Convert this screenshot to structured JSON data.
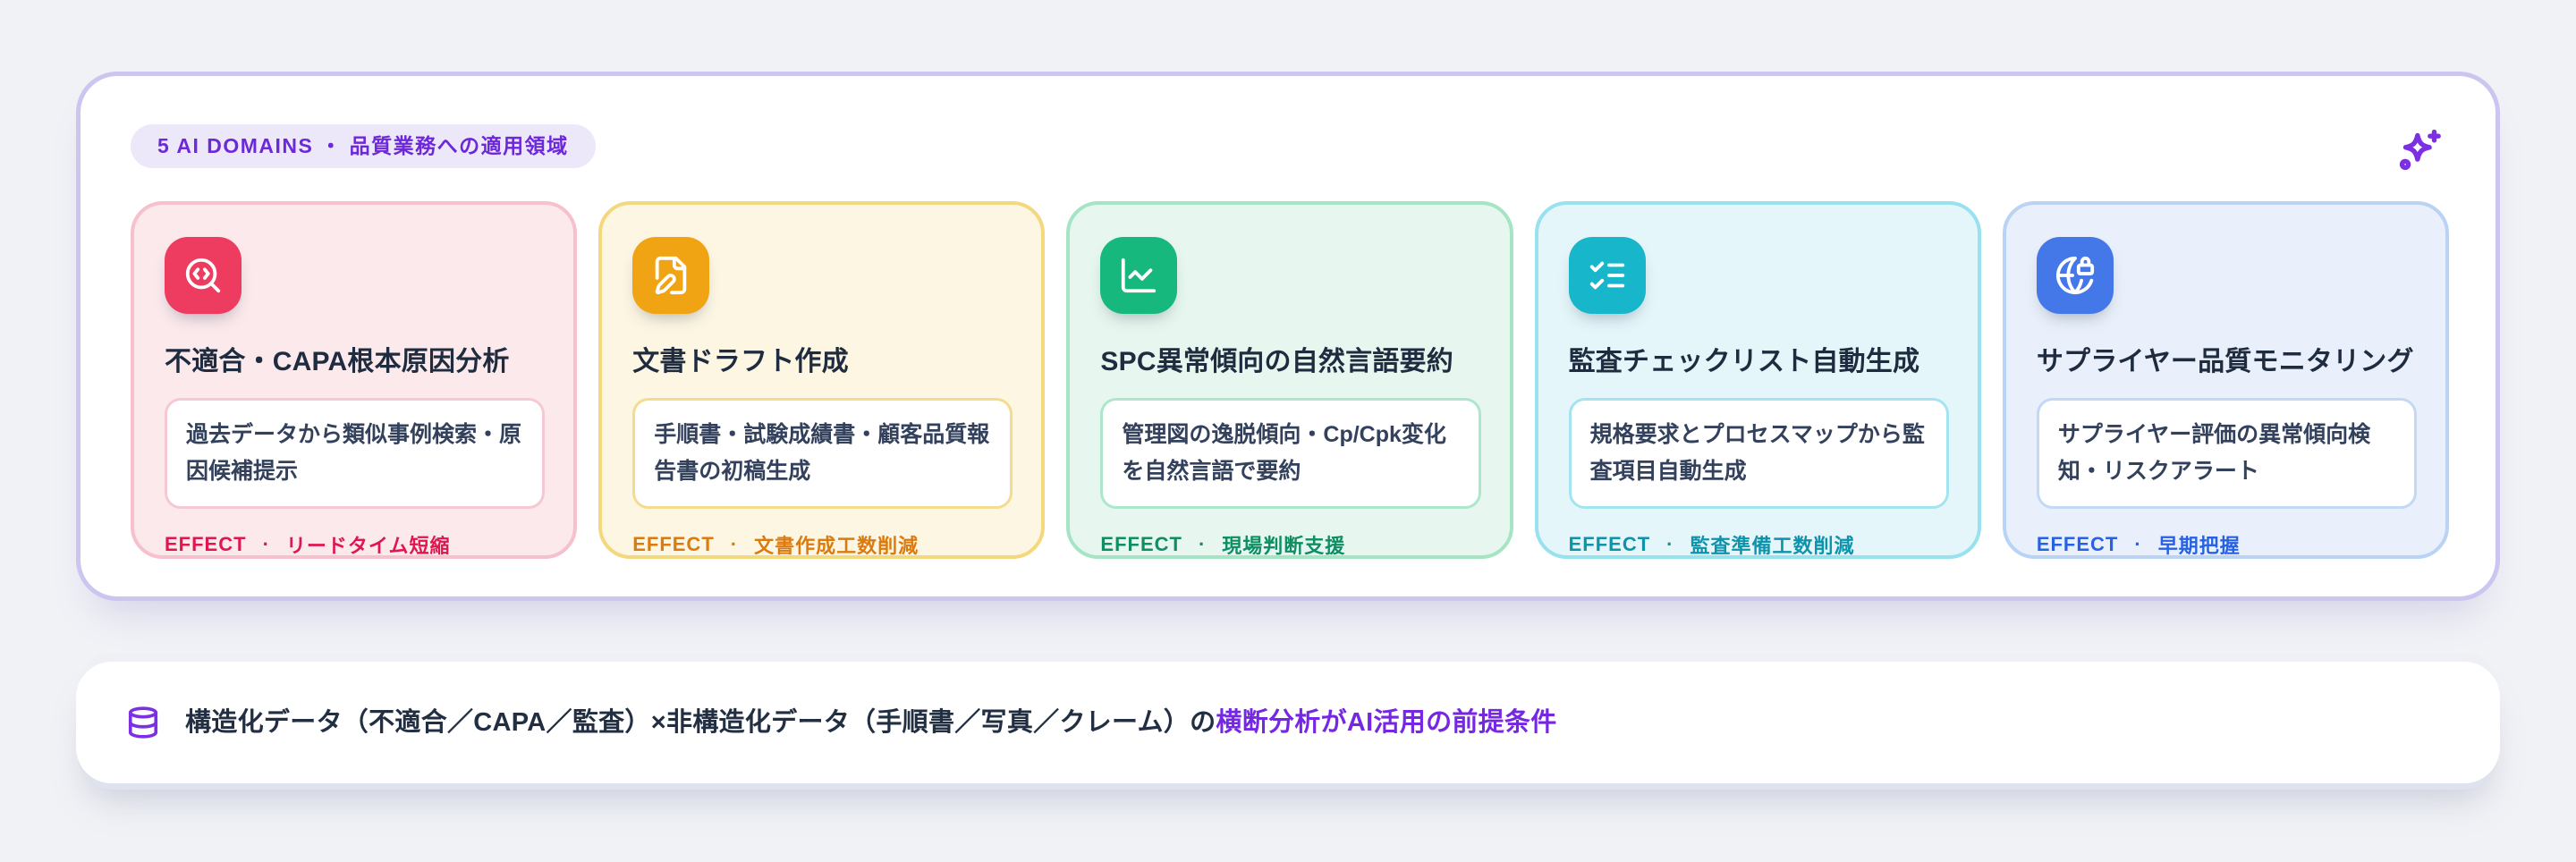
{
  "theme": {
    "page_bg": "#F1F2F6",
    "panel_border": "#CBC5F0",
    "badge_bg": "#ECE8FA",
    "badge_text": "#6C28D9",
    "accent": "#7C2FE3",
    "title": "#1F2C3F",
    "body": "#33415C",
    "footer_text": "#222F42",
    "footer_highlight": "#7527E3"
  },
  "panel": {
    "badge": "5 AI DOMAINS ・ 品質業務への適用領域"
  },
  "effects": {
    "label": "EFFECT",
    "separator": "·"
  },
  "cards": [
    {
      "icon": "search-code-icon",
      "title": "不適合・CAPA根本原因分析",
      "body": "過去データから類似事例検索・原因候補提示",
      "effect": "リードタイム短縮",
      "colors": {
        "bg": "#FBE9EC",
        "border": "#F6C1CD",
        "icon": "#EE3B60",
        "box": "#F5C9D3",
        "effect": "#E0164F"
      }
    },
    {
      "icon": "file-pen-icon",
      "title": "文書ドラフト作成",
      "body": "手順書・試験成績書・顧客品質報告書の初稿生成",
      "effect": "文書作成工数削減",
      "colors": {
        "bg": "#FDF6E3",
        "border": "#F4D87E",
        "icon": "#F0A414",
        "box": "#F3DB90",
        "effect": "#DB7A0E"
      }
    },
    {
      "icon": "chart-line-icon",
      "title": "SPC異常傾向の自然言語要約",
      "body": "管理図の逸脱傾向・Cp/Cpk変化を自然言語で要約",
      "effect": "現場判断支援",
      "colors": {
        "bg": "#E7F7EF",
        "border": "#A5E5C5",
        "icon": "#16B87E",
        "box": "#ADE7CB",
        "effect": "#0E8E62"
      }
    },
    {
      "icon": "list-checks-icon",
      "title": "監査チェックリスト自動生成",
      "body": "規格要求とプロセスマップから監査項目自動生成",
      "effect": "監査準備工数削減",
      "colors": {
        "bg": "#E4F6FA",
        "border": "#98E1EE",
        "icon": "#17B6CB",
        "box": "#A3E4F0",
        "effect": "#0D93AB"
      }
    },
    {
      "icon": "globe-lock-icon",
      "title": "サプライヤー品質モニタリング",
      "body": "サプライヤー評価の異常傾向検知・リスクアラート",
      "effect": "早期把握",
      "colors": {
        "bg": "#E9F0FB",
        "border": "#BAD3F4",
        "icon": "#4478E8",
        "box": "#C2D8F5",
        "effect": "#2761E4"
      }
    }
  ],
  "footer": {
    "text_plain": "構造化データ（不適合／CAPA／監査）×非構造化データ（手順書／写真／クレーム）の",
    "text_highlight": "横断分析がAI活用の前提条件"
  }
}
